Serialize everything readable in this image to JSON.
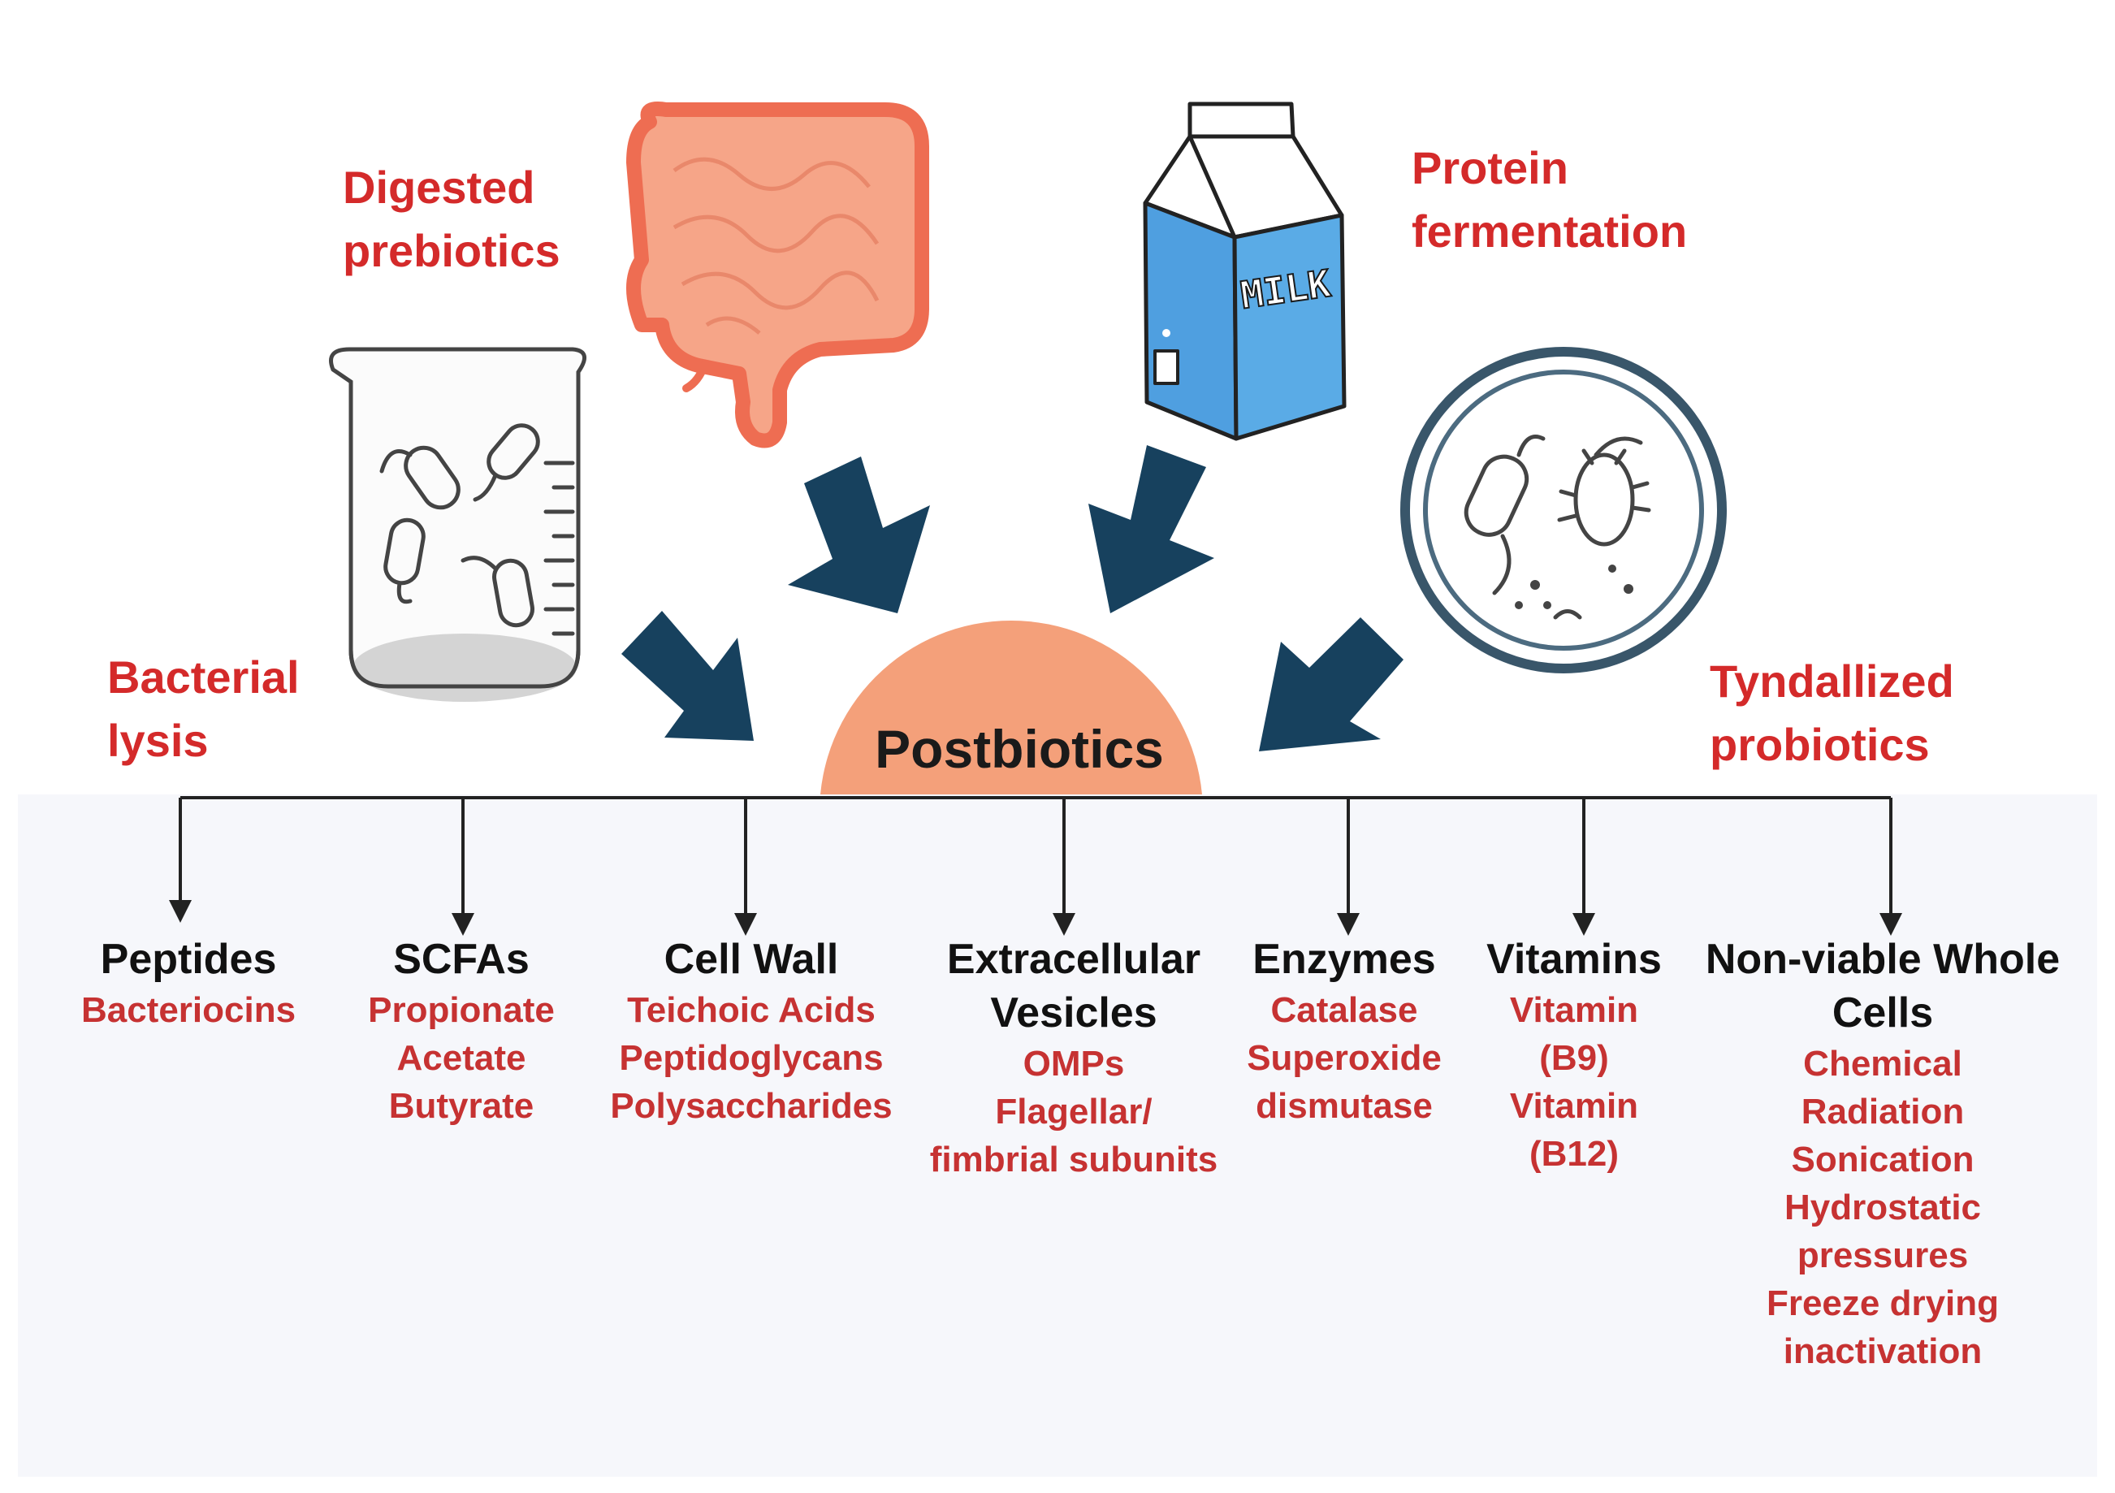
{
  "hub": {
    "title": "Postbiotics"
  },
  "sources": {
    "digested_prebiotics": [
      "Digested",
      "prebiotics"
    ],
    "protein_fermentation": [
      "Protein",
      "fermentation"
    ],
    "bacterial_lysis": [
      "Bacterial",
      "lysis"
    ],
    "tyndallized_probiotics": [
      "Tyndallized",
      "probiotics"
    ]
  },
  "milk_text": "MILK",
  "categories": [
    {
      "title": [
        "Peptides"
      ],
      "items": [
        "Bacteriocins"
      ]
    },
    {
      "title": [
        "SCFAs"
      ],
      "items": [
        "Propionate",
        "Acetate",
        "Butyrate"
      ]
    },
    {
      "title": [
        "Cell Wall"
      ],
      "items": [
        "Teichoic Acids",
        "Peptidoglycans",
        "Polysaccharides"
      ]
    },
    {
      "title": [
        "Extracellular",
        "Vesicles"
      ],
      "items": [
        "OMPs",
        "Flagellar/",
        "fimbrial subunits"
      ]
    },
    {
      "title": [
        "Enzymes"
      ],
      "items": [
        "Catalase",
        "Superoxide",
        "dismutase"
      ]
    },
    {
      "title": [
        "Vitamins"
      ],
      "items": [
        "Vitamin",
        "(B9)",
        "Vitamin",
        "(B12)"
      ]
    },
    {
      "title": [
        "Non-viable Whole",
        "Cells"
      ],
      "items": [
        "Chemical",
        "Radiation",
        "Sonication",
        "Hydrostatic",
        "pressures",
        "Freeze drying",
        "inactivation"
      ]
    }
  ],
  "colors": {
    "label_red": "#d42a2a",
    "arrow_navy": "#17415e",
    "hub_orange": "#f4a07a",
    "milk_blue": "#5aabe6",
    "intestine": "#f07a5c"
  }
}
